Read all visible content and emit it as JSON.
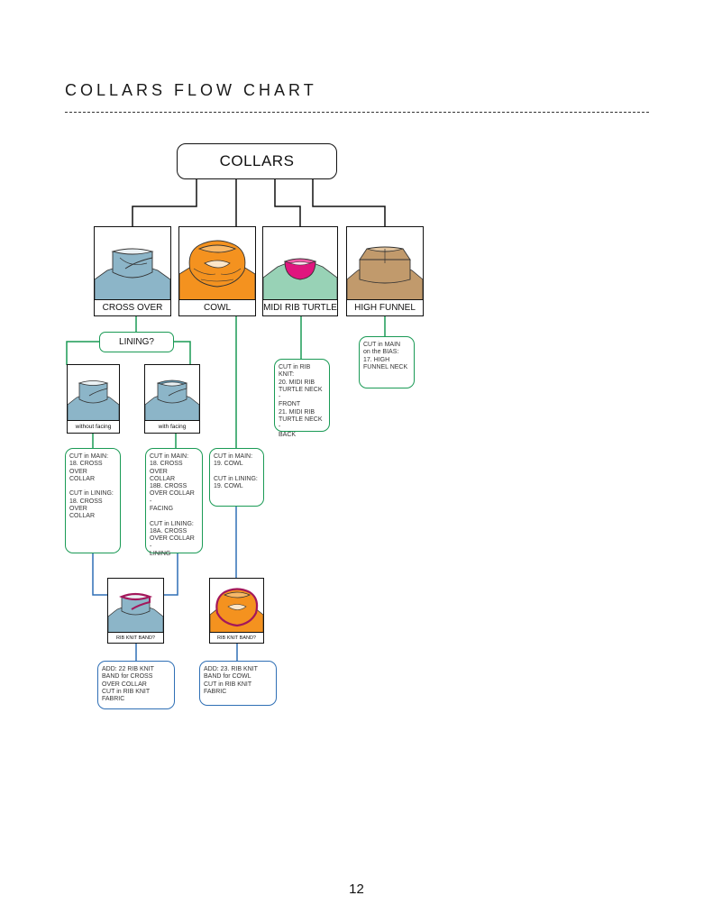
{
  "page": {
    "title": "COLLARS FLOW CHART",
    "page_number": "12"
  },
  "colors": {
    "blue_fabric": "#8cb5c8",
    "orange_fabric": "#f4921f",
    "mint_fabric": "#98d2b6",
    "magenta_rib": "#e0157e",
    "tan_fabric": "#c19a6c",
    "green_line": "#1a9a55",
    "blue_line": "#2f6fb5",
    "rib_band": "#a3175b"
  },
  "root": {
    "label": "COLLARS"
  },
  "collars": [
    {
      "label": "CROSS OVER",
      "icon": "cross-over-collar-icon"
    },
    {
      "label": "COWL",
      "icon": "cowl-collar-icon"
    },
    {
      "label": "MIDI RIB TURTLE",
      "icon": "midi-rib-turtle-icon"
    },
    {
      "label": "HIGH FUNNEL",
      "icon": "high-funnel-collar-icon"
    }
  ],
  "lining": {
    "question": "LINING?"
  },
  "lining_options": [
    {
      "label": "without facing"
    },
    {
      "label": "with facing"
    }
  ],
  "notes": {
    "without_facing": "CUT in MAIN:\n18. CROSS OVER\nCOLLAR\n\nCUT in LINING:\n18. CROSS OVER\nCOLLAR",
    "with_facing": "CUT in MAIN:\n18. CROSS OVER\nCOLLAR\n18B. CROSS\nOVER COLLAR -\nFACING\n\nCUT in LINING:\n18A. CROSS\nOVER COLLAR -\nLINING",
    "cowl": "CUT in MAIN:\n19. COWL\n\nCUT in LINING:\n19. COWL",
    "midi_rib_turtle": "CUT in RIB KNIT:\n20. MIDI RIB\nTURTLE NECK -\nFRONT\n21. MIDI RIB\nTURTLE NECK -\nBACK",
    "high_funnel": "CUT in MAIN\non the BIAS:\n17. HIGH\nFUNNEL NECK",
    "rib_cross_over": "ADD: 22 RIB KNIT\nBAND for CROSS\nOVER COLLAR\nCUT in RIB KNIT\nFABRIC",
    "rib_cowl": "ADD: 23. RIB KNIT\nBAND for COWL\nCUT in RIB KNIT\nFABRIC"
  },
  "rib_options": [
    {
      "label": "RIB KNIT BAND?"
    },
    {
      "label": "RIB KNIT BAND?"
    }
  ]
}
